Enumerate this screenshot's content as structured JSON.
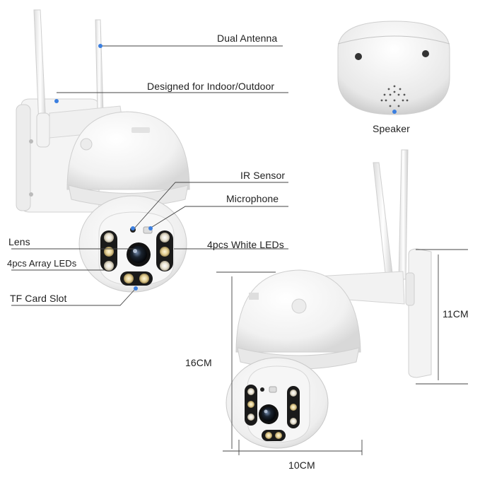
{
  "labels": {
    "dual_antenna": "Dual Antenna",
    "indoor_outdoor": "Designed for Indoor/Outdoor",
    "ir_sensor": "IR Sensor",
    "microphone": "Microphone",
    "white_leds": "4pcs White LEDs",
    "lens": "Lens",
    "array_leds": "4pcs Array LEDs",
    "tf_card_slot": "TF Card Slot",
    "speaker": "Speaker"
  },
  "dimensions": {
    "height": "16CM",
    "width": "10CM",
    "bracket_height": "11CM"
  }
}
